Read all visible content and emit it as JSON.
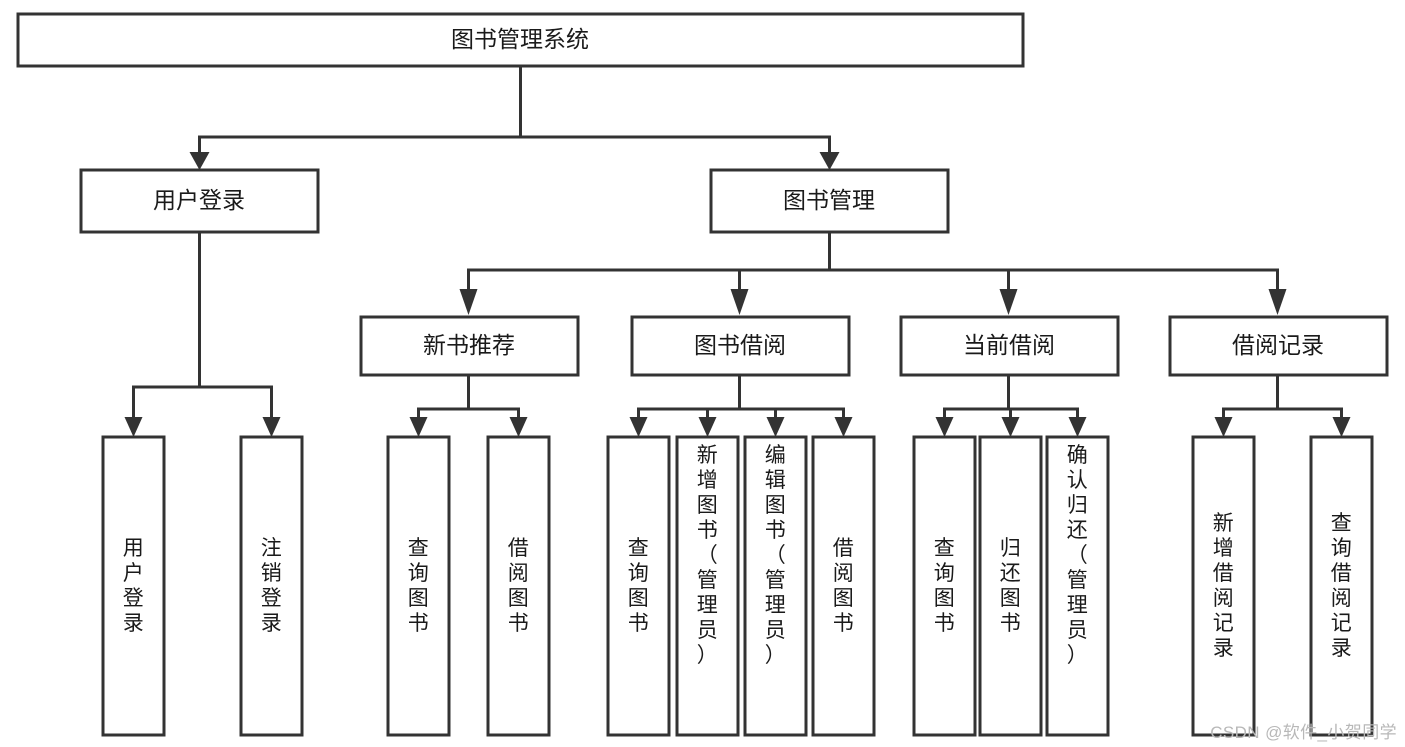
{
  "diagram": {
    "title": "图书管理系统",
    "watermark": "CSDN @软件_小贺同学",
    "colors": {
      "stroke": "#333333",
      "fill": "#ffffff",
      "text": "#1a1a1a",
      "watermark": "#b8b8b8"
    },
    "root": {
      "id": "root",
      "label": "图书管理系统"
    },
    "level2": [
      {
        "id": "user-login",
        "label": "用户登录"
      },
      {
        "id": "book-manage",
        "label": "图书管理"
      }
    ],
    "level3": [
      {
        "id": "new-book-recommend",
        "label": "新书推荐"
      },
      {
        "id": "book-borrow",
        "label": "图书借阅"
      },
      {
        "id": "current-borrow",
        "label": "当前借阅"
      },
      {
        "id": "borrow-record",
        "label": "借阅记录"
      }
    ],
    "leaves": {
      "user-login": [
        {
          "id": "leaf-user-login",
          "label": "用户登录"
        },
        {
          "id": "leaf-logout-login",
          "label": "注销登录"
        }
      ],
      "new-book-recommend": [
        {
          "id": "leaf-query-book-1",
          "label": "查询图书"
        },
        {
          "id": "leaf-borrow-book-1",
          "label": "借阅图书"
        }
      ],
      "book-borrow": [
        {
          "id": "leaf-query-book-2",
          "label": "查询图书"
        },
        {
          "id": "leaf-add-book-admin",
          "label": "新增图书（管理员）"
        },
        {
          "id": "leaf-edit-book-admin",
          "label": "编辑图书（管理员）"
        },
        {
          "id": "leaf-borrow-book-2",
          "label": "借阅图书"
        }
      ],
      "current-borrow": [
        {
          "id": "leaf-query-book-3",
          "label": "查询图书"
        },
        {
          "id": "leaf-return-book",
          "label": "归还图书"
        },
        {
          "id": "leaf-confirm-return-admin",
          "label": "确认归还（管理员）"
        }
      ],
      "borrow-record": [
        {
          "id": "leaf-add-borrow-record",
          "label": "新增借阅记录"
        },
        {
          "id": "leaf-query-borrow-record",
          "label": "查询借阅记录"
        }
      ]
    }
  }
}
